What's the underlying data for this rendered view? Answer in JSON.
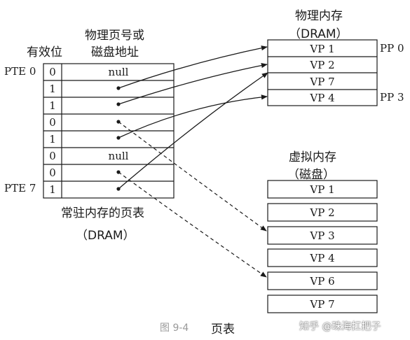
{
  "page_table": {
    "valid_header": "有效位",
    "addr_header": [
      "物理页号或",
      "磁盘地址"
    ],
    "pte_first": "PTE 0",
    "pte_last": "PTE 7",
    "caption": [
      "常驻内存的页表",
      "（DRAM）"
    ],
    "rows": [
      {
        "valid": "0",
        "addr": "null"
      },
      {
        "valid": "1",
        "addr": ""
      },
      {
        "valid": "1",
        "addr": ""
      },
      {
        "valid": "0",
        "addr": ""
      },
      {
        "valid": "1",
        "addr": ""
      },
      {
        "valid": "0",
        "addr": "null"
      },
      {
        "valid": "0",
        "addr": ""
      },
      {
        "valid": "1",
        "addr": ""
      }
    ]
  },
  "physical_memory": {
    "title": [
      "物理内存",
      "（DRAM）"
    ],
    "pages": [
      "VP 1",
      "VP 2",
      "VP 7",
      "VP 4"
    ],
    "pp_first": "PP 0",
    "pp_last": "PP 3"
  },
  "virtual_memory": {
    "title": [
      "虚拟内存",
      "（磁盘）"
    ],
    "pages": [
      "VP 1",
      "VP 2",
      "VP 3",
      "VP 4",
      "VP 6",
      "VP 7"
    ]
  },
  "figure_caption": {
    "number": "图 9-4",
    "title": "页表"
  },
  "watermark": "知乎 @珠海扛把子",
  "colors": {
    "line": "#1a1a1a",
    "text": "#1a1a1a",
    "caption_number": "#9a9a9a",
    "watermark": "#ffffff"
  }
}
